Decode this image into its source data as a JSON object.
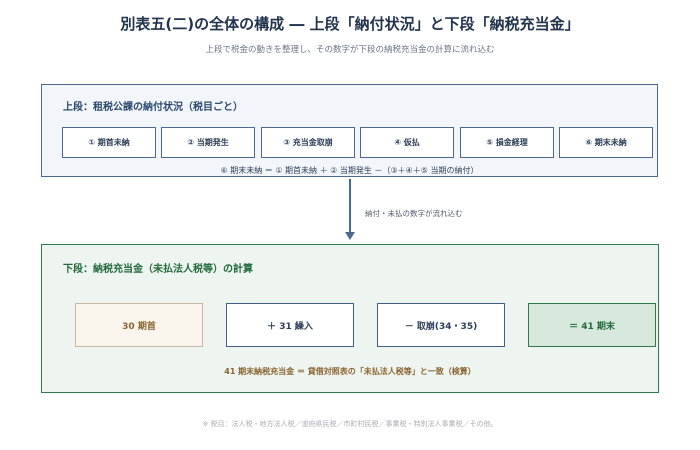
{
  "header": {
    "title": "別表五(二)の全体の構成 ― 上段「納付状況」と下段「納税充当金」",
    "subtitle": "上段で税金の動きを整理し、その数字が下段の納税充当金の計算に流れ込む"
  },
  "upper": {
    "title": "上段：租税公課の納付状況（税目ごと）",
    "boxes": [
      {
        "label": "① 期首未納"
      },
      {
        "label": "② 当期発生"
      },
      {
        "label": "③ 充当金取崩"
      },
      {
        "label": "④ 仮払"
      },
      {
        "label": "⑤ 損金経理"
      },
      {
        "label": "⑥ 期末未納"
      }
    ],
    "formula": "⑥ 期末未納 ＝ ① 期首未納 ＋ ② 当期発生 －（③＋④＋⑤ 当期の納付）"
  },
  "flow": {
    "label": "納付・未払の数字が流れ込む"
  },
  "lower": {
    "title": "下段：納税充当金（未払法人税等）の計算",
    "boxes": [
      {
        "label": "30 期首"
      },
      {
        "label": "＋ 31 繰入"
      },
      {
        "label": "－ 取崩(34・35)"
      },
      {
        "label": "＝ 41 期末"
      }
    ],
    "note": "41 期末納税充当金 ＝ 貸借対照表の「未払法人税等」と一致（検算）"
  },
  "footer": {
    "note": "※ 税目：法人税・地方法人税／道府県民税／市町村民税／事業税・特別法人事業税／その他。"
  }
}
